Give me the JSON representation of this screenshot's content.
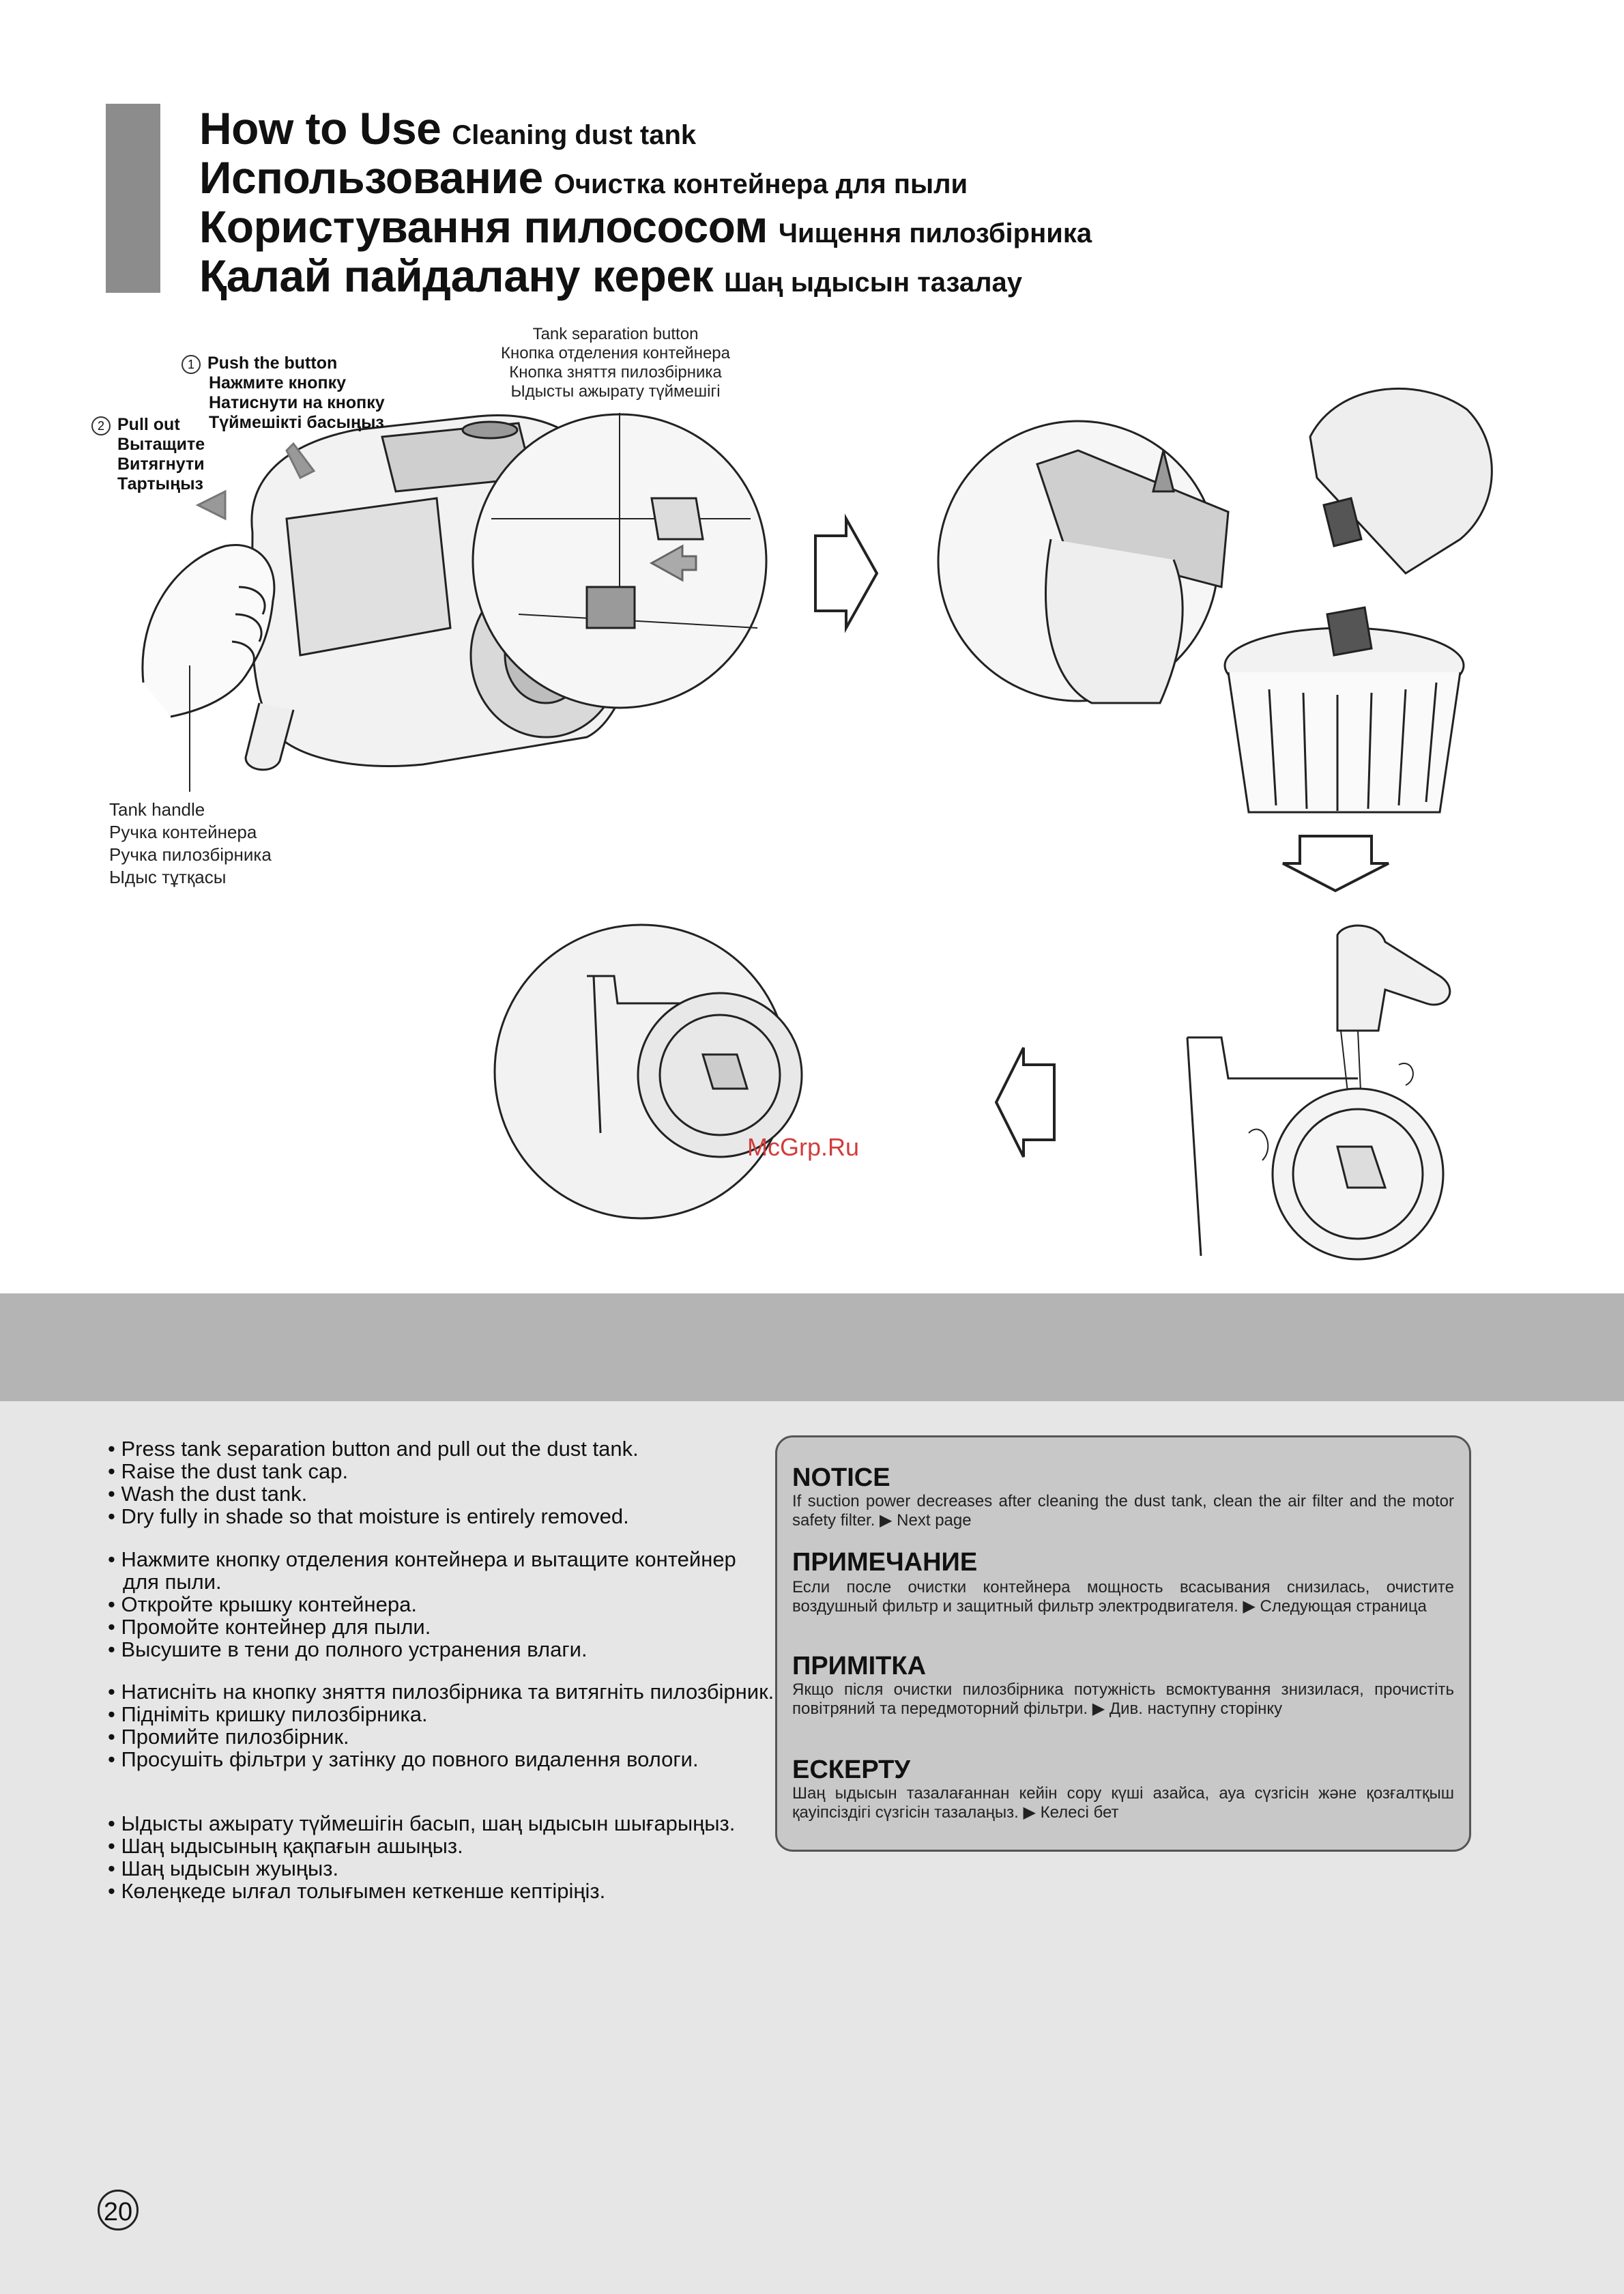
{
  "header": {
    "lines": [
      {
        "big": "How to Use",
        "small": "Cleaning dust tank"
      },
      {
        "big": "Использование",
        "small": "Очистка контейнера для пыли"
      },
      {
        "big": "Користування пилососом",
        "small": "Чищення пилозбірника"
      },
      {
        "big": "Қалай пайдалану керек",
        "small": "Шаң ыдысын тазалау"
      }
    ]
  },
  "labels": {
    "push": {
      "num": "1",
      "lines": [
        "Push the button",
        "Нажмите кнопку",
        "Натиснути на кнопку",
        "Түймешікті басыңыз"
      ]
    },
    "pull": {
      "num": "2",
      "lines": [
        "Pull out",
        "Вытащите",
        "Витягнути",
        "Тартыңыз"
      ]
    },
    "separation": [
      "Tank separation button",
      "Кнопка отделения контейнера",
      "Кнопка зняття пилозбірника",
      "Ыдысты ажырату түймешігі"
    ],
    "handle": [
      "Tank handle",
      "Ручка контейнера",
      "Ручка пилозбірника",
      "Ыдыс тұтқасы"
    ]
  },
  "instructions": [
    [
      "Press tank separation button and pull out the dust tank.",
      "Raise the dust tank cap.",
      "Wash the dust tank.",
      "Dry fully in shade so that moisture is entirely removed."
    ],
    [
      "Нажмите кнопку отделения контейнера и вытащите контейнер для пыли.",
      "Откройте крышку контейнера.",
      "Промойте контейнер для пыли.",
      "Высушите в тени до полного устранения влаги."
    ],
    [
      "Натисніть на кнопку зняття пилозбірника та витягніть пилозбірник.",
      "Підніміть кришку пилозбірника.",
      "Промийте пилозбірник.",
      "Просушіть фільтри у затінку до повного видалення вологи."
    ],
    [
      "Ыдысты ажырату түймешігін басып, шаң ыдысын шығарыңыз.",
      "Шаң ыдысының қақпағын ашыңыз.",
      "Шаң ыдысын жуыңыз.",
      "Көлеңкеде ылғал толығымен кеткенше кептіріңіз."
    ]
  ],
  "notice": [
    {
      "heading": "NOTICE",
      "body": "If suction power decreases after cleaning the dust tank, clean the air filter and the motor safety filter. ▶ Next page"
    },
    {
      "heading": "ПРИМЕЧАНИЕ",
      "body": "Если после очистки контейнера мощность всасывания снизилась, очистите воздушный фильтр и защитный фильтр электродвигателя. ▶ Следующая страница"
    },
    {
      "heading": "ПРИМІТКА",
      "body": "Якщо після очистки пилозбірника потужність всмоктування знизилася, прочистіть повітряний та передмоторний фільтри. ▶ Див. наступну сторінку"
    },
    {
      "heading": "ЕСКЕРТУ",
      "body": "Шаң ыдысын тазалағаннан кейін сору күші азайса, ауа сүзгісін және қозғалтқыш қауіпсіздігі сүзгісін тазалаңыз. ▶ Келесі бет"
    }
  ],
  "watermark": "McGrp.Ru",
  "page_number": "20"
}
